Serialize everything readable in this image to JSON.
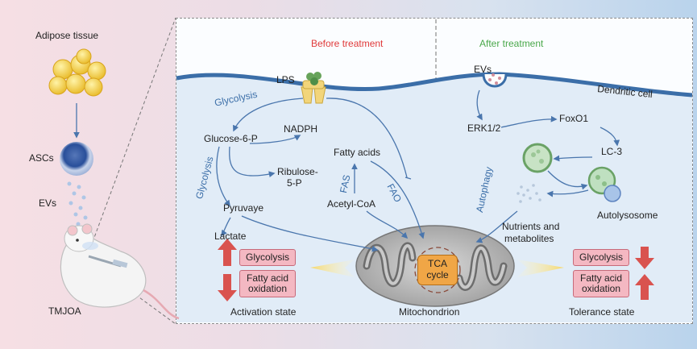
{
  "left": {
    "adipose": "Adipose tissue",
    "ascs": "ASCs",
    "evs": "EVs",
    "tmjoa": "TMJOA"
  },
  "before": {
    "title": "Before treatment",
    "lps": "LPS",
    "glycolysis_top": "Glycolysis",
    "glycolysis_side": "Glycolysis",
    "glucose": "Glucose-6-P",
    "nadph": "NADPH",
    "ribulose_1": "Ribulose-",
    "ribulose_2": "5-P",
    "pyruvate": "Pyruvaye",
    "lactate": "Lactate",
    "fatty_acids": "Fatty acids",
    "fas": "FAS",
    "fao": "FAO",
    "acetyl": "Acetyl-CoA",
    "box_glycolysis": "Glycolysis",
    "box_fao_1": "Fatty acid",
    "box_fao_2": "oxidation",
    "state": "Activation state"
  },
  "after": {
    "title": "After treatment",
    "evs": "EVs",
    "dendritic": "Dendritic cell",
    "erk": "ERK1/2",
    "foxo": "FoxO1",
    "lc3": "LC-3",
    "autophagy": "Autophagy",
    "autolysosome": "Autolysosome",
    "nutrients_1": "Nutrients and",
    "nutrients_2": "metabolites",
    "box_glycolysis": "Glycolysis",
    "box_fao_1": "Fatty acid",
    "box_fao_2": "oxidation",
    "state": "Tolerance state"
  },
  "center": {
    "tca_1": "TCA",
    "tca_2": "cycle",
    "mito": "Mitochondrion"
  },
  "colors": {
    "before_title": "#e03a3a",
    "after_title": "#4aa84a",
    "arrow": "#4a76ad",
    "up_down_arrow": "#d9534f",
    "membrane": "#3b6ea8"
  }
}
